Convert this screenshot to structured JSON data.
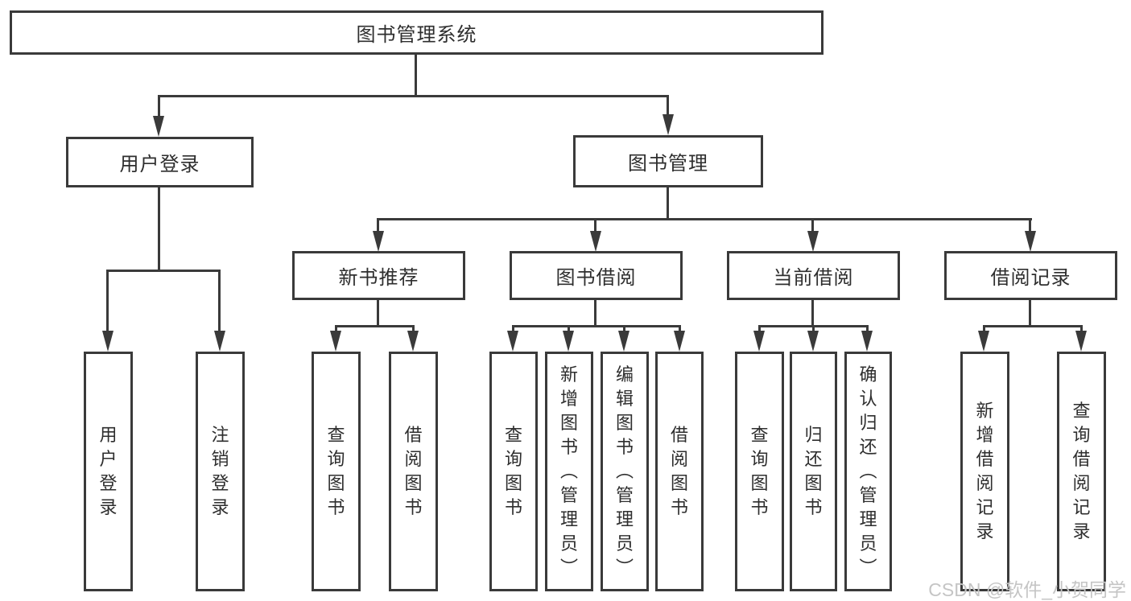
{
  "diagram": {
    "nodes": {
      "root": {
        "label": "图书管理系统"
      },
      "user_login": {
        "label": "用户登录"
      },
      "book_mgmt": {
        "label": "图书管理"
      },
      "new_book_rec": {
        "label": "新书推荐"
      },
      "book_borrow": {
        "label": "图书借阅"
      },
      "current_borrow": {
        "label": "当前借阅"
      },
      "borrow_records": {
        "label": "借阅记录"
      },
      "leaf_user_login": {
        "label": "用户登录"
      },
      "leaf_logout": {
        "label": "注销登录"
      },
      "rec_query_book": {
        "label": "查询图书"
      },
      "rec_borrow_book": {
        "label": "借阅图书"
      },
      "bb_query_book": {
        "label": "查询图书"
      },
      "bb_add_book": {
        "label": "新增图书（管理员）"
      },
      "bb_edit_book": {
        "label": "编辑图书（管理员）"
      },
      "bb_borrow_book": {
        "label": "借阅图书"
      },
      "cb_query_book": {
        "label": "查询图书"
      },
      "cb_return_book": {
        "label": "归还图书"
      },
      "cb_confirm_return": {
        "label": "确认归还（管理员）"
      },
      "br_add_record": {
        "label": "新增借阅记录"
      },
      "br_query_record": {
        "label": "查询借阅记录"
      }
    },
    "colors": {
      "line": "#3a3a3a",
      "text": "#2e2e2e",
      "watermark": "#c5c5c5",
      "background": "#ffffff"
    },
    "watermark": {
      "text": "CSDN @软件_小贺同学"
    }
  }
}
